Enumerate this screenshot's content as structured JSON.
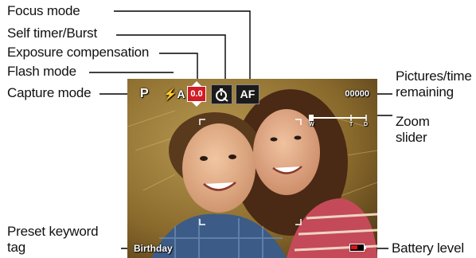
{
  "callouts": {
    "focus_mode": "Focus mode",
    "self_timer": "Self timer/Burst",
    "exposure_comp": "Exposure compensation",
    "flash_mode": "Flash mode",
    "capture_mode": "Capture mode",
    "pictures_time": "Pictures/time remaining",
    "zoom_slider": "Zoom slider",
    "preset_keyword": "Preset keyword tag",
    "battery_level": "Battery level"
  },
  "screen": {
    "capture_mode_value": "P",
    "flash_value": "⚡A",
    "exposure_value": "0.0",
    "focus_value": "AF",
    "counter_value": "00000",
    "zoom_labels": {
      "wide": "W",
      "tele": "T",
      "digital": "D"
    },
    "zoom_level": 0,
    "keyword_value": "Birthday",
    "battery_level": 0.6
  },
  "icons": {
    "flash": "flash-auto-icon",
    "self_timer": "self-timer-icon",
    "battery": "battery-icon"
  },
  "colors": {
    "exposure_box": "#d21d24",
    "battery_fill": "#e11111"
  }
}
